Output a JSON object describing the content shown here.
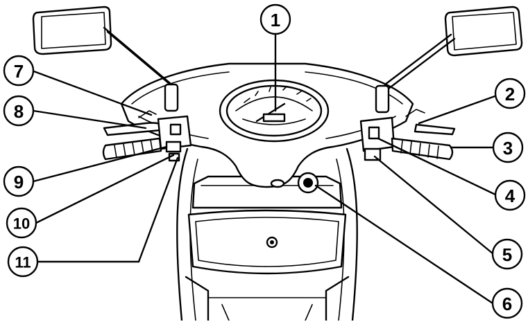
{
  "figure": {
    "subject": "scooter-handlebar-controls",
    "callouts": [
      {
        "id": "c1",
        "label": "1"
      },
      {
        "id": "c2",
        "label": "2"
      },
      {
        "id": "c3",
        "label": "3"
      },
      {
        "id": "c4",
        "label": "4"
      },
      {
        "id": "c5",
        "label": "5"
      },
      {
        "id": "c6",
        "label": "6"
      },
      {
        "id": "c7",
        "label": "7"
      },
      {
        "id": "c8",
        "label": "8"
      },
      {
        "id": "c9",
        "label": "9"
      },
      {
        "id": "c10",
        "label": "10"
      },
      {
        "id": "c11",
        "label": "11"
      }
    ]
  }
}
